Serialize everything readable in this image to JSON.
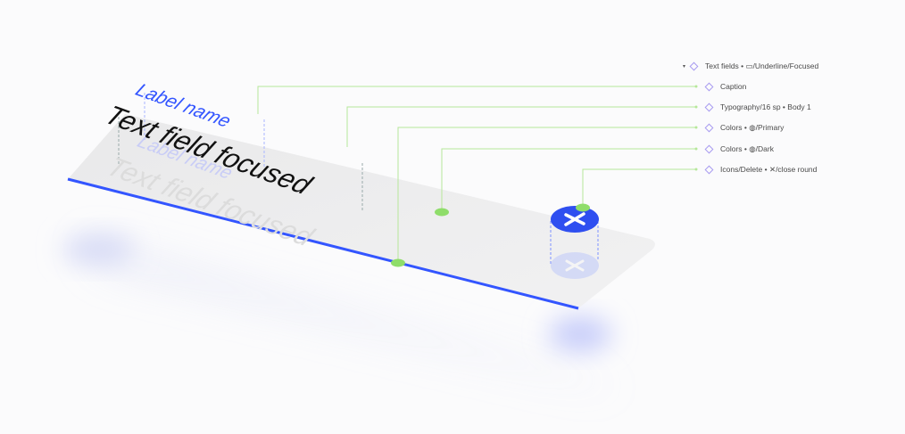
{
  "field": {
    "label": "Label name",
    "value": "Text field focused"
  },
  "layers": {
    "root": {
      "label": "Text fields • ▭/Underline/Focused",
      "icon": "component-diamond-icon",
      "caret": "▾"
    },
    "items": [
      {
        "label": "Caption",
        "icon": "component-diamond-icon"
      },
      {
        "label": "Typography/16 sp • Body 1",
        "icon": "component-diamond-icon"
      },
      {
        "label": "Colors • ◍/Primary",
        "icon": "component-diamond-icon"
      },
      {
        "label": "Colors • ◍/Dark",
        "icon": "component-diamond-icon"
      },
      {
        "label": "Icons/Delete • ✕/close round",
        "icon": "component-diamond-icon"
      }
    ]
  },
  "icons": {
    "close": "close-round-icon"
  },
  "colors": {
    "primary": "#3355ff",
    "dark": "#111111",
    "leader": "#b6e79a",
    "anchor": "#8fdd6a",
    "diamond": "#a79af0",
    "plane": "#ececec",
    "background": "#fbfbfc"
  }
}
